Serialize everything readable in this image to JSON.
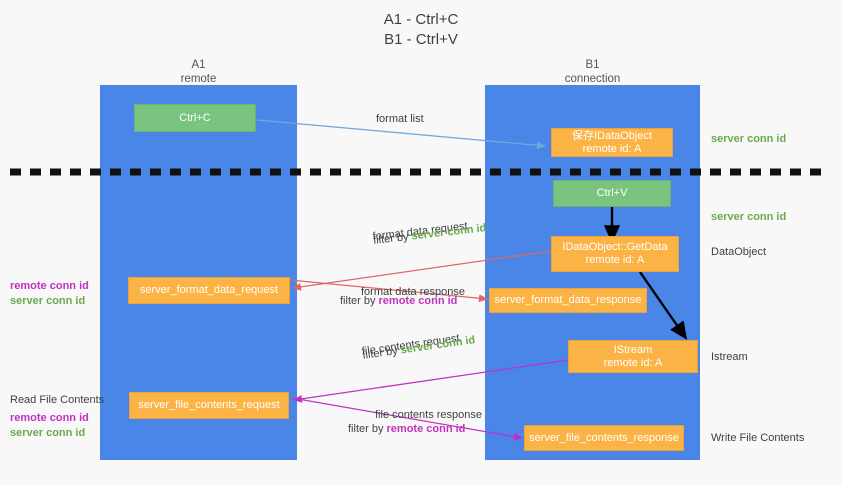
{
  "title": {
    "line1": "A1 - Ctrl+C",
    "line2": "B1 - Ctrl+V"
  },
  "colors": {
    "lane": "#4a86e8",
    "green_box": "#7ac47f",
    "orange_box": "#fbb346",
    "server_conn_id": "#6aa84f",
    "remote_conn_id": "#c232c2",
    "arrow_blue": "#6fa8dc",
    "arrow_red": "#e06666",
    "arrow_magenta": "#c232c2",
    "arrow_black": "#000000",
    "background": "#f8f8f8"
  },
  "lanes": [
    {
      "name": "A1",
      "sub": "remote"
    },
    {
      "name": "B1",
      "sub": "connection"
    }
  ],
  "boxes": [
    {
      "id": "ctrl-c",
      "text": "Ctrl+C",
      "kind": "green"
    },
    {
      "id": "idataobject-saved",
      "text": "保存IDataObject",
      "sub": "remote id: A",
      "kind": "orange"
    },
    {
      "id": "ctrl-v",
      "text": "Ctrl+V",
      "kind": "green"
    },
    {
      "id": "idataobject-getdata",
      "text": "IDataObject::GetData",
      "sub": "remote id: A",
      "kind": "orange"
    },
    {
      "id": "server-format-data-request",
      "text": "server_format_data_request",
      "kind": "orange"
    },
    {
      "id": "server-format-data-response",
      "text": "server_format_data_response",
      "kind": "orange"
    },
    {
      "id": "istream",
      "text": "IStream",
      "sub": "remote id: A",
      "kind": "orange"
    },
    {
      "id": "server-file-contents-request",
      "text": "server_file_contents_request",
      "kind": "orange"
    },
    {
      "id": "server-file-contents-response",
      "text": "server_file_contents_response",
      "kind": "orange"
    }
  ],
  "edge_labels": {
    "format_list": "format list",
    "format_data_request": "format data request",
    "format_data_response": "format data response",
    "file_contents_request": "file contents request",
    "file_contents_response": "file contents response",
    "filter_by": "filter by"
  },
  "conn_ids": {
    "server": "server conn id",
    "remote": "remote conn id"
  },
  "right_labels": [
    {
      "id": "server-conn-id-top",
      "text": "server conn id"
    },
    {
      "id": "server-conn-id-second",
      "text": "server conn id"
    },
    {
      "id": "dataobject",
      "text": "DataObject"
    },
    {
      "id": "istream-label",
      "text": "Istream"
    },
    {
      "id": "write-file-contents",
      "text": "Write File Contents"
    }
  ],
  "left_labels": [
    {
      "id": "read-file-contents",
      "text": "Read File Contents"
    }
  ]
}
